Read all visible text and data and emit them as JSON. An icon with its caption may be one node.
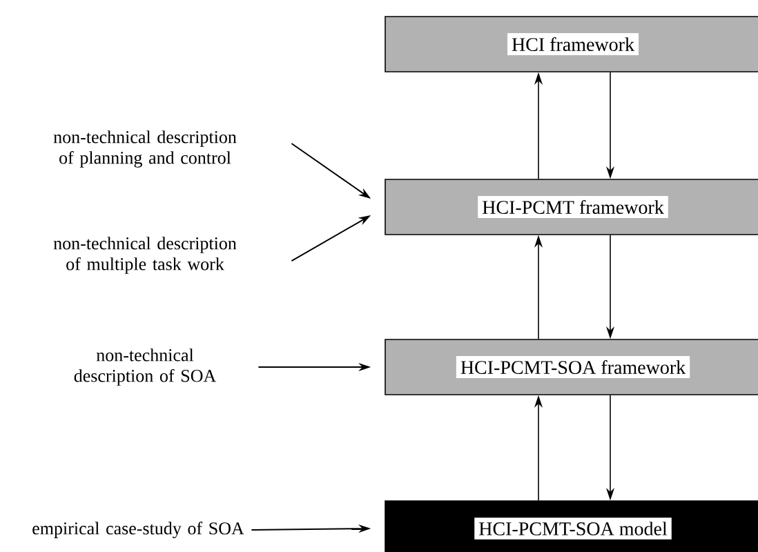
{
  "diagram": {
    "nodes": [
      {
        "text": [
          "HCI framework"
        ]
      },
      {
        "text": [
          "HCI-PCMT framework"
        ]
      },
      {
        "text": [
          "HCI-PCMT-SOA framework"
        ]
      },
      {
        "text": [
          "HCI-PCMT-SOA model"
        ]
      },
      {
        "text": [
          "non-technical description of planning and control"
        ]
      },
      {
        "text": [
          "non-technical description of multiple task work"
        ]
      },
      {
        "text": [
          "non-technical description of SOA"
        ]
      },
      {
        "text": [
          "empirical case-study of SOA"
        ]
      }
    ],
    "edges": [
      {
        "from": 1,
        "to": 0,
        "arrow": "to"
      },
      {
        "from": 0,
        "to": 1,
        "arrow": "to"
      },
      {
        "from": 4,
        "to": 1,
        "arrow": "to"
      },
      {
        "from": 5,
        "to": 1,
        "arrow": "to"
      },
      {
        "from": 2,
        "to": 1,
        "arrow": "to"
      },
      {
        "from": 1,
        "to": 2,
        "arrow": "to"
      },
      {
        "from": 6,
        "to": 2,
        "arrow": "to"
      },
      {
        "from": 3,
        "to": 2,
        "arrow": "to"
      },
      {
        "from": 2,
        "to": 3,
        "arrow": "to"
      },
      {
        "from": 7,
        "to": 3,
        "arrow": "to"
      }
    ]
  }
}
